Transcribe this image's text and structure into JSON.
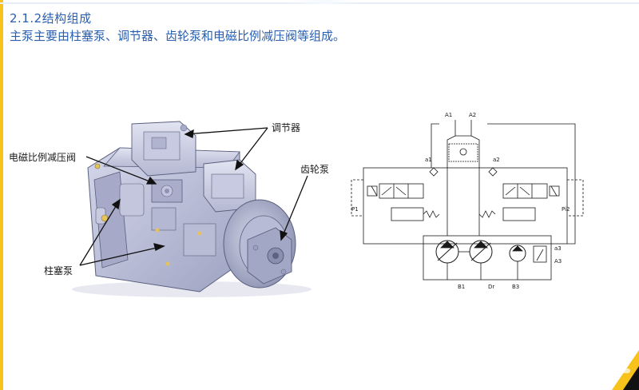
{
  "slide": {
    "title": "2.1.2结构组成",
    "subtitle": "主泵主要由柱塞泵、调节器、齿轮泵和电磁比例减压阀等组成。"
  },
  "labels": {
    "regulator": "调节器",
    "solenoid_valve": "电磁比例减压阀",
    "gear_pump": "齿轮泵",
    "piston_pump": "柱塞泵"
  },
  "circuit": {
    "port_A1": "A1",
    "port_A2": "A2",
    "port_a1": "a1",
    "port_a2": "a2",
    "port_P1": "P1",
    "port_Pi2": "Pi2",
    "port_a3": "a3",
    "port_A3": "A3",
    "port_B1": "B1",
    "port_Dr": "Dr",
    "port_B3": "B3"
  },
  "colors": {
    "title_blue": "#2a5fb0",
    "accent_yellow": "#f7c31a",
    "pump_body": "#b9bdd6",
    "line_dark": "#1a1a1a"
  }
}
